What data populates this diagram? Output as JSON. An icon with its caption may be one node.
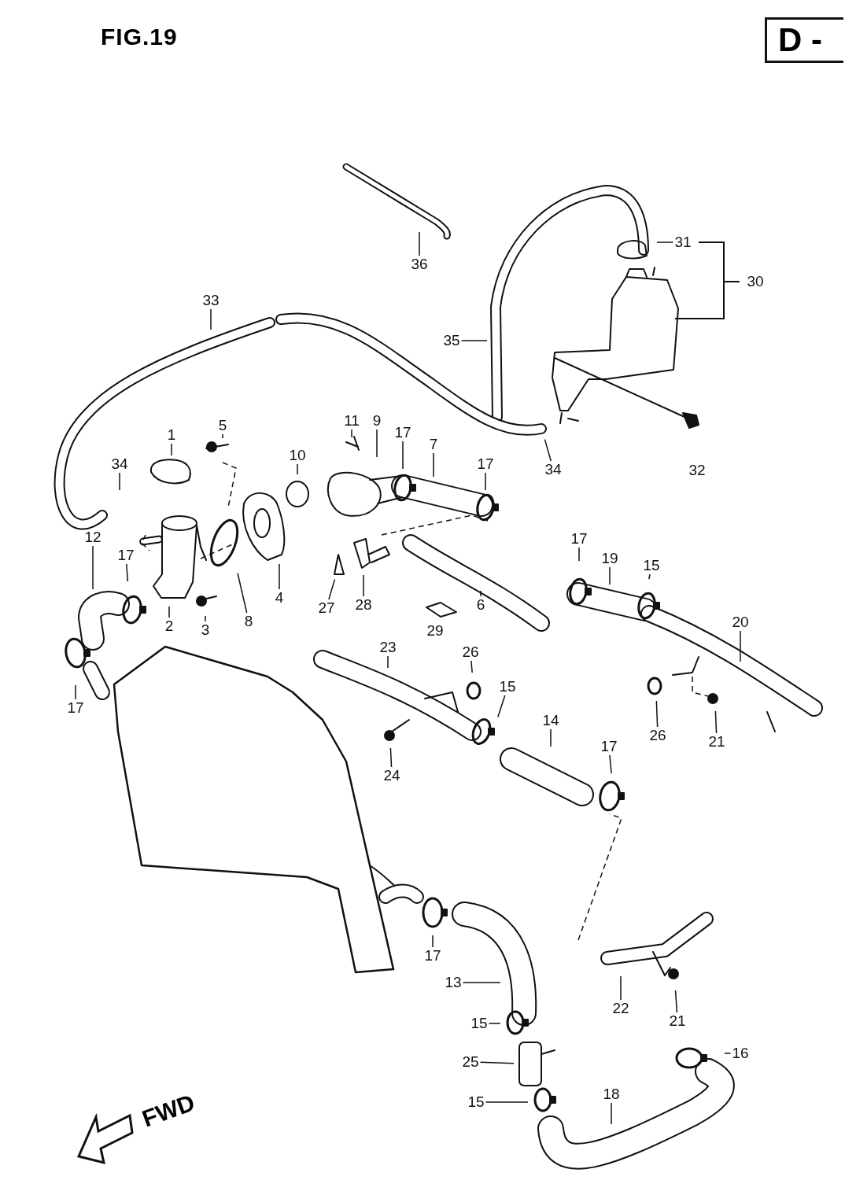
{
  "diagram": {
    "title": "FIG.19",
    "nodes": [
      {
        "text": [
          "D -"
        ]
      },
      {
        "text": [
          "36"
        ]
      },
      {
        "text": [
          "31"
        ]
      },
      {
        "text": [
          "30"
        ]
      },
      {
        "text": [
          "33"
        ]
      },
      {
        "text": [
          "35"
        ]
      },
      {
        "text": [
          "11"
        ]
      },
      {
        "text": [
          "9"
        ]
      },
      {
        "text": [
          "5"
        ]
      },
      {
        "text": [
          "1"
        ]
      },
      {
        "text": [
          "17"
        ]
      },
      {
        "text": [
          "7"
        ]
      },
      {
        "text": [
          "10"
        ]
      },
      {
        "text": [
          "34"
        ]
      },
      {
        "text": [
          "17"
        ]
      },
      {
        "text": [
          "34"
        ]
      },
      {
        "text": [
          "12"
        ]
      },
      {
        "text": [
          "17"
        ]
      },
      {
        "text": [
          "17"
        ]
      },
      {
        "text": [
          "19"
        ]
      },
      {
        "text": [
          "15"
        ]
      },
      {
        "text": [
          "6"
        ]
      },
      {
        "text": [
          "28"
        ]
      },
      {
        "text": [
          "27"
        ]
      },
      {
        "text": [
          "4"
        ]
      },
      {
        "text": [
          "8"
        ]
      },
      {
        "text": [
          "2"
        ]
      },
      {
        "text": [
          "3"
        ]
      },
      {
        "text": [
          "20"
        ]
      },
      {
        "text": [
          "23"
        ]
      },
      {
        "text": [
          "26"
        ]
      },
      {
        "text": [
          "15"
        ]
      },
      {
        "text": [
          "17"
        ]
      },
      {
        "text": [
          "14"
        ]
      },
      {
        "text": [
          "26"
        ]
      },
      {
        "text": [
          "21"
        ]
      },
      {
        "text": [
          "17"
        ]
      },
      {
        "text": [
          "24"
        ]
      },
      {
        "text": [
          "17"
        ]
      },
      {
        "text": [
          "13"
        ]
      },
      {
        "text": [
          "22"
        ]
      },
      {
        "text": [
          "21"
        ]
      },
      {
        "text": [
          "15"
        ]
      },
      {
        "text": [
          "16"
        ]
      },
      {
        "text": [
          "25"
        ]
      },
      {
        "text": [
          "18"
        ]
      },
      {
        "text": [
          "15"
        ]
      }
    ],
    "edges": [
      {
        "from": 1,
        "to": null,
        "arrow": "none"
      },
      {
        "from": 2,
        "to": null,
        "arrow": "none"
      },
      {
        "from": 4,
        "to": null,
        "arrow": "none"
      },
      {
        "from": 5,
        "to": null,
        "arrow": "none"
      },
      {
        "from": 6,
        "to": null,
        "arrow": "none"
      },
      {
        "from": 7,
        "to": null,
        "arrow": "none"
      },
      {
        "from": 8,
        "to": null,
        "arrow": "none"
      },
      {
        "from": 9,
        "to": null,
        "arrow": "none"
      },
      {
        "from": 10,
        "to": null,
        "arrow": "none"
      },
      {
        "from": 11,
        "to": null,
        "arrow": "none"
      },
      {
        "from": 12,
        "to": null,
        "arrow": "none"
      },
      {
        "from": 13,
        "to": null,
        "arrow": "none"
      },
      {
        "from": 14,
        "to": null,
        "arrow": "none"
      },
      {
        "from": 15,
        "to": null,
        "arrow": "none"
      },
      {
        "from": 16,
        "to": null,
        "arrow": "none"
      },
      {
        "from": 17,
        "to": null,
        "arrow": "none"
      },
      {
        "from": 18,
        "to": null,
        "arrow": "none"
      },
      {
        "from": 19,
        "to": null,
        "arrow": "none"
      },
      {
        "from": 20,
        "to": null,
        "arrow": "none"
      },
      {
        "from": 21,
        "to": null,
        "arrow": "none"
      },
      {
        "from": 22,
        "to": null,
        "arrow": "none"
      },
      {
        "from": 23,
        "to": null,
        "arrow": "none"
      },
      {
        "from": 24,
        "to": null,
        "arrow": "none"
      },
      {
        "from": 25,
        "to": null,
        "arrow": "none"
      },
      {
        "from": 26,
        "to": null,
        "arrow": "none"
      },
      {
        "from": 27,
        "to": null,
        "arrow": "none"
      },
      {
        "from": 28,
        "to": null,
        "arrow": "none"
      },
      {
        "from": 29,
        "to": null,
        "arrow": "none"
      },
      {
        "from": 30,
        "to": null,
        "arrow": "none"
      },
      {
        "from": 31,
        "to": null,
        "arrow": "none"
      },
      {
        "from": 32,
        "to": null,
        "arrow": "none"
      },
      {
        "from": 33,
        "to": null,
        "arrow": "none"
      },
      {
        "from": 34,
        "to": null,
        "arrow": "none"
      },
      {
        "from": 35,
        "to": null,
        "arrow": "none"
      },
      {
        "from": 36,
        "to": null,
        "arrow": "none"
      },
      {
        "from": 37,
        "to": null,
        "arrow": "none"
      },
      {
        "from": 38,
        "to": null,
        "arrow": "none"
      },
      {
        "from": 39,
        "to": null,
        "arrow": "none"
      },
      {
        "from": 40,
        "to": null,
        "arrow": "none"
      },
      {
        "from": 41,
        "to": null,
        "arrow": "none"
      },
      {
        "from": 42,
        "to": null,
        "arrow": "none"
      },
      {
        "from": 43,
        "to": null,
        "arrow": "none"
      },
      {
        "from": 44,
        "to": null,
        "arrow": "none"
      },
      {
        "from": 45,
        "to": null,
        "arrow": "none"
      },
      {
        "from": 46,
        "to": null,
        "arrow": "none"
      }
    ],
    "labels": [
      "29",
      "32",
      "FWD"
    ]
  }
}
